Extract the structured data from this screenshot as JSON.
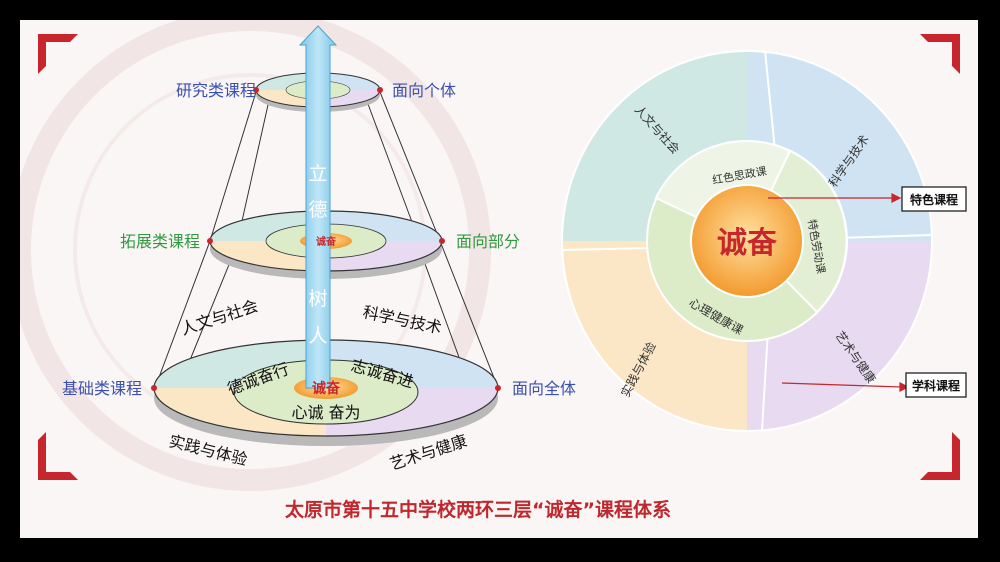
{
  "title": "太原市第十五中学校两环三层“诚奋”课程体系",
  "left": {
    "levels": {
      "research": "研究类课程",
      "extension": "拓展类课程",
      "foundation": "基础类课程"
    },
    "audiences": {
      "individual": "面向个体",
      "partial": "面向部分",
      "all": "面向全体"
    },
    "arrow_chars": [
      "立",
      "德",
      "树",
      "人"
    ],
    "quadrants": {
      "humanities": "人文与社会",
      "science": "科学与技术",
      "practice": "实践与体验",
      "arts": "艺术与健康"
    },
    "inner": {
      "virtue": "德诚奋行",
      "will": "志诚奋进",
      "heart": "心诚 奋为",
      "center": "诚奋"
    },
    "middle_center": "诚奋"
  },
  "right": {
    "center": "诚奋",
    "inner_ring": {
      "politics": "红色思政课",
      "feature": "特色劳动课",
      "psych": "心理健康课"
    },
    "outer_ring": {
      "humanities": "人文与社会",
      "science": "科学与技术",
      "practice": "实践与体验",
      "arts": "艺术与健康"
    },
    "callouts": {
      "feature": "特色课程",
      "subject": "学科课程"
    }
  },
  "colors": {
    "title": "#c0272d",
    "blue_q": "#cfe3f2",
    "purple_q": "#e8daf0",
    "yellow_q": "#fbe7c6",
    "teal_q": "#cfe8e4",
    "green_ring": "#dcebc8",
    "center_orange": "#f6a83a"
  }
}
